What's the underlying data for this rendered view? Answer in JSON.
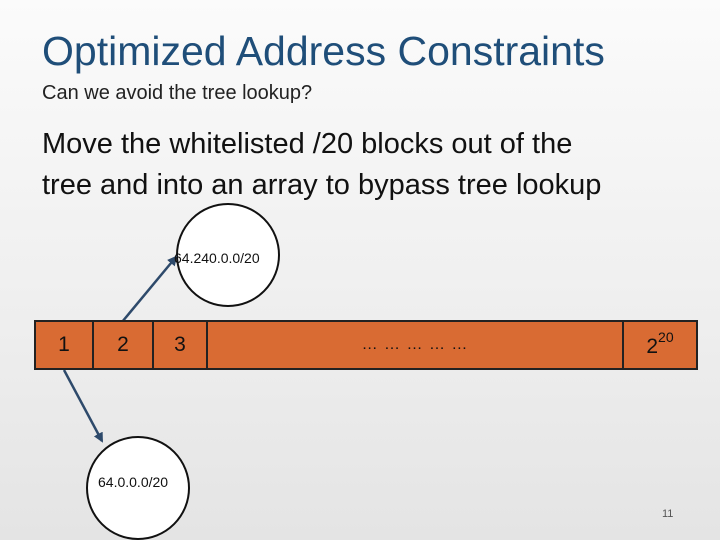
{
  "slide": {
    "title": "Optimized Address Constraints",
    "subtitle": "Can we avoid the tree lookup?",
    "body_lines": [
      "Move the whitelisted /20 blocks out of the",
      "tree and into an array to bypass tree lookup"
    ],
    "page_number": "11"
  },
  "array": {
    "cells": [
      "1",
      "2",
      "3",
      "… … … … …"
    ],
    "last_cell_base": "2",
    "last_cell_exponent": "20",
    "fill_color": "#d96b33"
  },
  "nodes": {
    "top": {
      "label": "64.240.0.0/20"
    },
    "bottom": {
      "label": "64.0.0.0/20"
    }
  },
  "colors": {
    "title": "#1f4e79",
    "arrow": "#2e4a6b"
  }
}
